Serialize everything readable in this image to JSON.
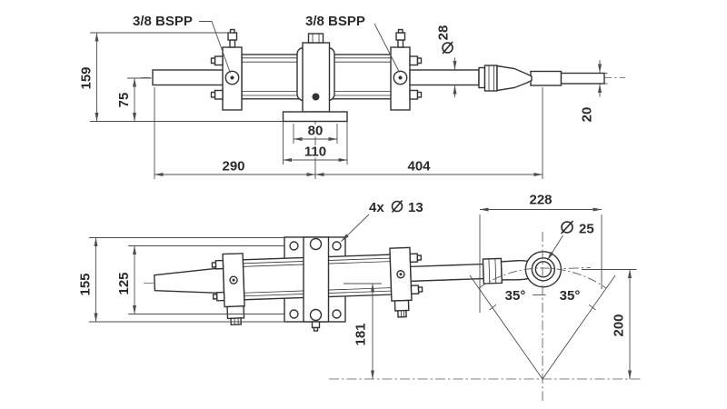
{
  "title": "Hydraulic steering cylinder dimensional drawing",
  "colors": {
    "line": "#333333",
    "dim_line": "#4d4d4d",
    "text": "#2b2b2b",
    "background": "#ffffff"
  },
  "diameter_symbol": "⌀",
  "side_view": {
    "port_label_left": "3/8 BSPP",
    "port_label_right": "3/8 BSPP",
    "overall_height": "159",
    "axis_height": "75",
    "rod_diameter": "28",
    "rod_end_thickness": "20",
    "bolt_spacing": "80",
    "base_width": "110",
    "left_length": "290",
    "right_length": "404"
  },
  "plan_view": {
    "plate_length": "155",
    "hole_spacing": "125",
    "hole_count_prefix": "4x",
    "hole_diameter": "13",
    "stroke_length": "228",
    "eye_diameter": "25",
    "pivot_distance": "181",
    "swing_angle_left": "35°",
    "swing_angle_right": "35°",
    "swing_radius": "200"
  }
}
